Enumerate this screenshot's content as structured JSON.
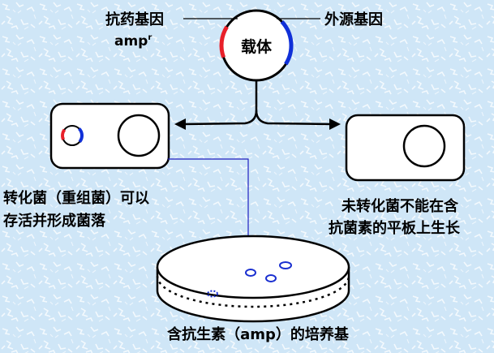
{
  "labels": {
    "resistance_gene": "抗药基因",
    "resistance_gene_name": "amp",
    "resistance_gene_sup": "r",
    "foreign_gene": "外源基因",
    "vector": "载体",
    "transformed_line1": "转化菌（重组菌）可以",
    "transformed_line2": "存活并形成菌落",
    "untransformed_line1": "未转化菌不能在含",
    "untransformed_line2": "抗菌素的平板上生长",
    "medium": "含抗生素（amp）的培养基"
  },
  "colors": {
    "background": "#cfe6f7",
    "speckle": "#ffffff",
    "outline": "#000000",
    "resistance_gene": "#e8202a",
    "foreign_gene": "#1030d8",
    "leader_line": "#2020c0",
    "colony": "#1a2fd0"
  }
}
